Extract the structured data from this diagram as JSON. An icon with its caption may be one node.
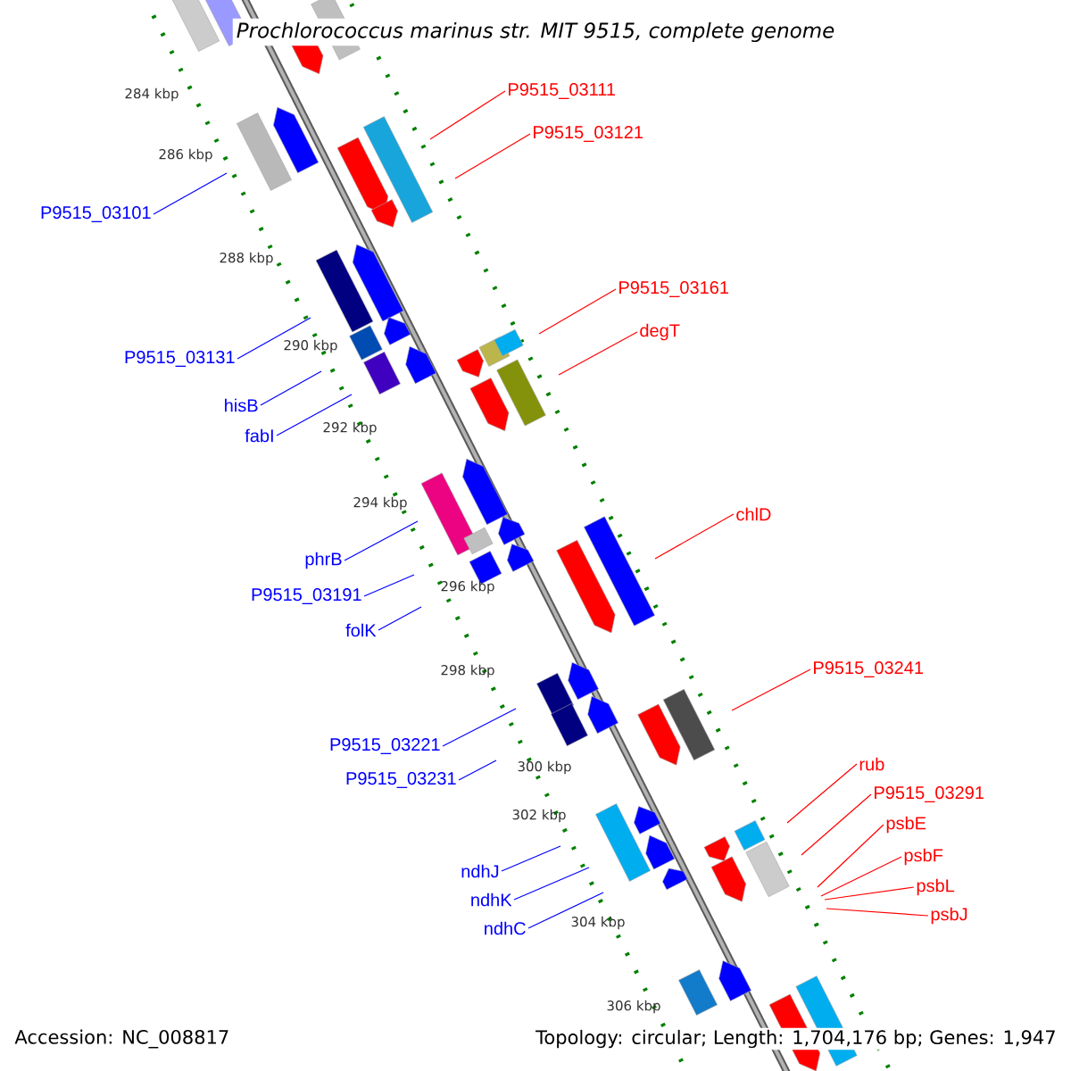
{
  "diagram": {
    "title": "Prochlorococcus marinus str. MIT 9515, complete genome",
    "nodes": [
      {
        "text": [
          "P9515_03111"
        ]
      },
      {
        "text": [
          "P9515_03121"
        ]
      },
      {
        "text": [
          "P9515_03101"
        ]
      },
      {
        "text": [
          "P9515_03161"
        ]
      },
      {
        "text": [
          "degT"
        ]
      },
      {
        "text": [
          "P9515_03131"
        ]
      },
      {
        "text": [
          "hisB"
        ]
      },
      {
        "text": [
          "fabI"
        ]
      },
      {
        "text": [
          "chlD"
        ]
      },
      {
        "text": [
          "phrB"
        ]
      },
      {
        "text": [
          "P9515_03191"
        ]
      },
      {
        "text": [
          "folK"
        ]
      },
      {
        "text": [
          "P9515_03241"
        ]
      },
      {
        "text": [
          "P9515_03221"
        ]
      },
      {
        "text": [
          "rub"
        ]
      },
      {
        "text": [
          "P9515_03231"
        ]
      },
      {
        "text": [
          "P9515_03291"
        ]
      },
      {
        "text": [
          "psbE"
        ]
      },
      {
        "text": [
          "psbF"
        ]
      },
      {
        "text": [
          "ndhJ"
        ]
      },
      {
        "text": [
          "psbL"
        ]
      },
      {
        "text": [
          "ndhK"
        ]
      },
      {
        "text": [
          "psbJ"
        ]
      },
      {
        "text": [
          "ndhC"
        ]
      }
    ],
    "edges": [
      {
        "from": 0,
        "to": null,
        "arrow": "none",
        "color": "#ff0000"
      },
      {
        "from": 1,
        "to": null,
        "arrow": "none",
        "color": "#ff0000"
      },
      {
        "from": 2,
        "to": null,
        "arrow": "none",
        "color": "#0000ff"
      },
      {
        "from": 3,
        "to": null,
        "arrow": "none",
        "color": "#ff0000"
      },
      {
        "from": 4,
        "to": null,
        "arrow": "none",
        "color": "#ff0000"
      },
      {
        "from": 5,
        "to": null,
        "arrow": "none",
        "color": "#0000ff"
      },
      {
        "from": 6,
        "to": null,
        "arrow": "none",
        "color": "#0000ff"
      },
      {
        "from": 7,
        "to": null,
        "arrow": "none",
        "color": "#0000ff"
      },
      {
        "from": 8,
        "to": null,
        "arrow": "none",
        "color": "#ff0000"
      },
      {
        "from": 9,
        "to": null,
        "arrow": "none",
        "color": "#0000ff"
      },
      {
        "from": 10,
        "to": null,
        "arrow": "none",
        "color": "#0000ff"
      },
      {
        "from": 11,
        "to": null,
        "arrow": "none",
        "color": "#0000ff"
      },
      {
        "from": 12,
        "to": null,
        "arrow": "none",
        "color": "#ff0000"
      },
      {
        "from": 13,
        "to": null,
        "arrow": "none",
        "color": "#0000ff"
      },
      {
        "from": 14,
        "to": null,
        "arrow": "none",
        "color": "#ff0000"
      },
      {
        "from": 15,
        "to": null,
        "arrow": "none",
        "color": "#0000ff"
      },
      {
        "from": 16,
        "to": null,
        "arrow": "none",
        "color": "#ff0000"
      },
      {
        "from": 17,
        "to": null,
        "arrow": "none",
        "color": "#ff0000"
      },
      {
        "from": 18,
        "to": null,
        "arrow": "none",
        "color": "#ff0000"
      },
      {
        "from": 19,
        "to": null,
        "arrow": "none",
        "color": "#0000ff"
      },
      {
        "from": 20,
        "to": null,
        "arrow": "none",
        "color": "#ff0000"
      },
      {
        "from": 21,
        "to": null,
        "arrow": "none",
        "color": "#0000ff"
      },
      {
        "from": 22,
        "to": null,
        "arrow": "none",
        "color": "#ff0000"
      },
      {
        "from": 23,
        "to": null,
        "arrow": "none",
        "color": "#0000ff"
      }
    ],
    "labels": [
      "284 kbp",
      "286 kbp",
      "288 kbp",
      "290 kbp",
      "292 kbp",
      "294 kbp",
      "296 kbp",
      "298 kbp",
      "300 kbp",
      "302 kbp",
      "304 kbp",
      "306 kbp",
      "Accession: NC_008817",
      "Topology: circular; Length: 1,704,176 bp; Genes: 1,947"
    ]
  }
}
